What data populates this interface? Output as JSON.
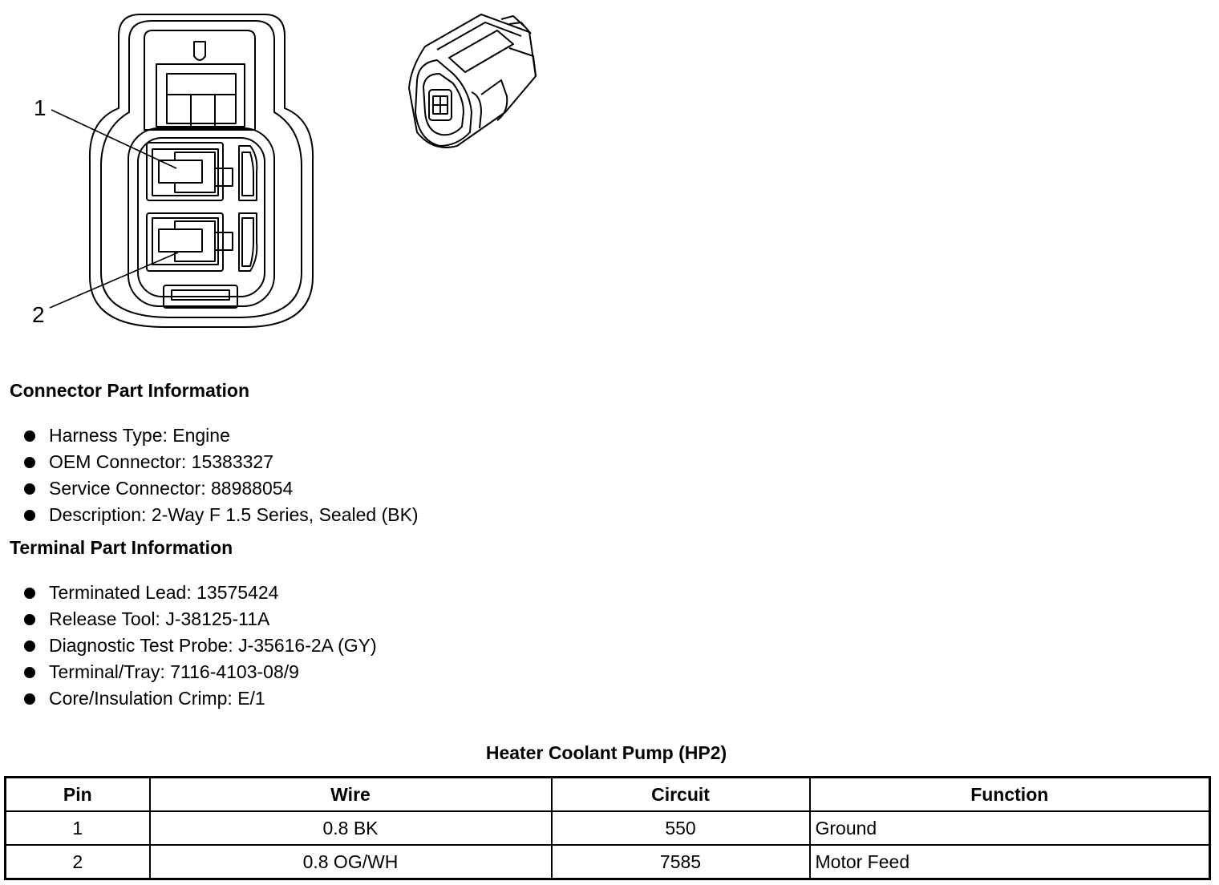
{
  "diagram": {
    "callouts": [
      "1",
      "2"
    ]
  },
  "connector_info": {
    "heading": "Connector Part Information",
    "items": [
      "Harness Type: Engine",
      "OEM Connector: 15383327",
      "Service Connector: 88988054",
      "Description: 2-Way F 1.5 Series, Sealed (BK)"
    ]
  },
  "terminal_info": {
    "heading": "Terminal Part Information",
    "items": [
      "Terminated Lead: 13575424",
      "Release Tool: J-38125-11A",
      "Diagnostic Test Probe: J-35616-2A (GY)",
      "Terminal/Tray: 7116-4103-08/9",
      "Core/Insulation Crimp: E/1"
    ]
  },
  "pin_table": {
    "title": "Heater Coolant Pump (HP2)",
    "headers": [
      "Pin",
      "Wire",
      "Circuit",
      "Function"
    ],
    "rows": [
      [
        "1",
        "0.8 BK",
        "550",
        "Ground"
      ],
      [
        "2",
        "0.8 OG/WH",
        "7585",
        "Motor Feed"
      ]
    ]
  }
}
